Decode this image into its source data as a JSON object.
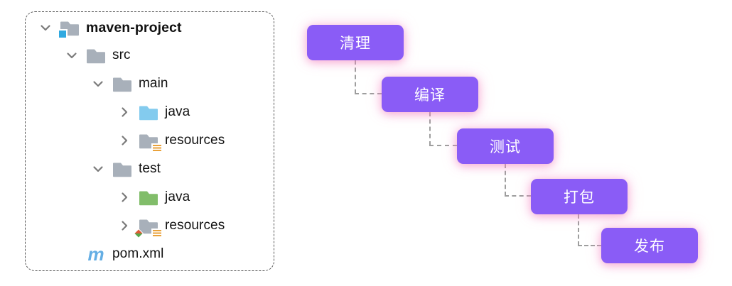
{
  "tree": {
    "items": [
      {
        "label": "maven-project",
        "level": 0,
        "expanded": true,
        "icon": "module-folder-icon",
        "bold": true
      },
      {
        "label": "src",
        "level": 1,
        "expanded": true,
        "icon": "folder-icon"
      },
      {
        "label": "main",
        "level": 2,
        "expanded": true,
        "icon": "folder-icon"
      },
      {
        "label": "java",
        "level": 3,
        "expanded": false,
        "icon": "source-folder-icon"
      },
      {
        "label": "resources",
        "level": 3,
        "expanded": false,
        "icon": "resources-folder-icon"
      },
      {
        "label": "test",
        "level": 2,
        "expanded": true,
        "icon": "folder-icon"
      },
      {
        "label": "java",
        "level": 3,
        "expanded": false,
        "icon": "test-source-folder-icon"
      },
      {
        "label": "resources",
        "level": 3,
        "expanded": false,
        "icon": "test-resources-folder-icon"
      },
      {
        "label": "pom.xml",
        "level": 1,
        "icon": "maven-icon"
      }
    ],
    "maven_icon_glyph": "m"
  },
  "pipeline": {
    "steps": [
      {
        "label": "清理"
      },
      {
        "label": "编译"
      },
      {
        "label": "测试"
      },
      {
        "label": "打包"
      },
      {
        "label": "发布"
      }
    ]
  },
  "colors": {
    "step_bg": "#8A5CF6",
    "step_text": "#FFFFFF",
    "step_glow": "#F5A0C8",
    "connector": "#9E9E9E",
    "panel_border": "#555555",
    "tree_text": "#111111",
    "chevron": "#7A7A7A",
    "folder_gray": "#A8B0BA",
    "folder_blue": "#83CBEE",
    "folder_green": "#81BD6A",
    "module_badge_blue": "#30A9E0",
    "resources_bars": "#E9A23B",
    "test_diamond_left": "#DD5B35",
    "test_diamond_right": "#57A64A",
    "maven_m_blue": "#64AEE4"
  }
}
